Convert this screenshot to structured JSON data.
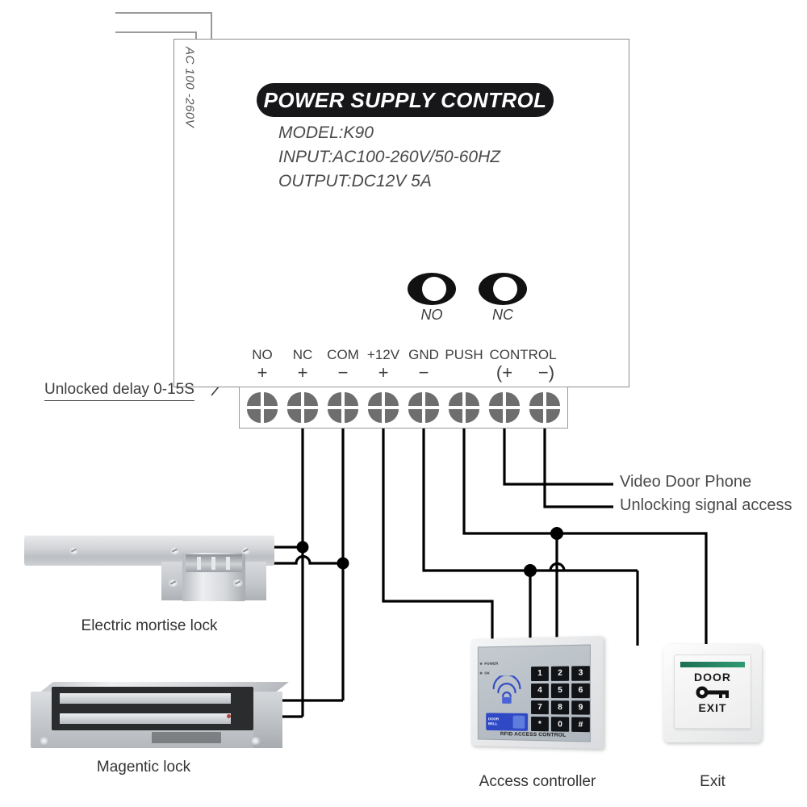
{
  "psu": {
    "ac_input_label": "AC 100 -260V",
    "title": "POWER SUPPLY CONTROL",
    "specs": [
      "MODEL:K90",
      "INPUT:AC100-260V/50-60HZ",
      "OUTPUT:DC12V 5A"
    ],
    "posts": [
      {
        "label": "NO"
      },
      {
        "label": "NC"
      }
    ]
  },
  "terminals": [
    {
      "name": "NO",
      "sign": "+"
    },
    {
      "name": "NC",
      "sign": "+"
    },
    {
      "name": "COM",
      "sign": "−"
    },
    {
      "name": "+12V",
      "sign": "+"
    },
    {
      "name": "GND",
      "sign": "−"
    },
    {
      "name": "PUSH",
      "sign": ""
    },
    {
      "name": "CONTROL",
      "sign": "(+"
    },
    {
      "name": "",
      "sign": "−)"
    }
  ],
  "annotations": {
    "delay_note": "Unlocked delay 0-15S",
    "video_door_phone": "Video Door Phone",
    "unlocking_signal": "Unlocking signal access"
  },
  "devices": {
    "mortise_lock": {
      "caption": "Electric mortise lock"
    },
    "magnetic_lock": {
      "caption": "Magentic lock"
    },
    "access_controller": {
      "caption": "Access controller",
      "leds": [
        "POWER",
        "OK"
      ],
      "doorbell_line1": "DOOR",
      "doorbell_line2": "BELL",
      "keys": [
        "1",
        "2",
        "3",
        "4",
        "5",
        "6",
        "7",
        "8",
        "9",
        "*",
        "0",
        "#"
      ],
      "brand": "RFID ACCESS CONTROL"
    },
    "exit_button": {
      "caption": "Exit",
      "line1": "DOOR",
      "line2": "EXIT"
    }
  },
  "colors": {
    "wire": "#000000",
    "ac_wire": "#8d8d8d",
    "enclosure_border": "#8d8d8d",
    "title_bg": "#17171a",
    "screw": "#6e6e6e",
    "doorbell_blue": "#2f49c6",
    "exit_green": "#2f9a72"
  }
}
